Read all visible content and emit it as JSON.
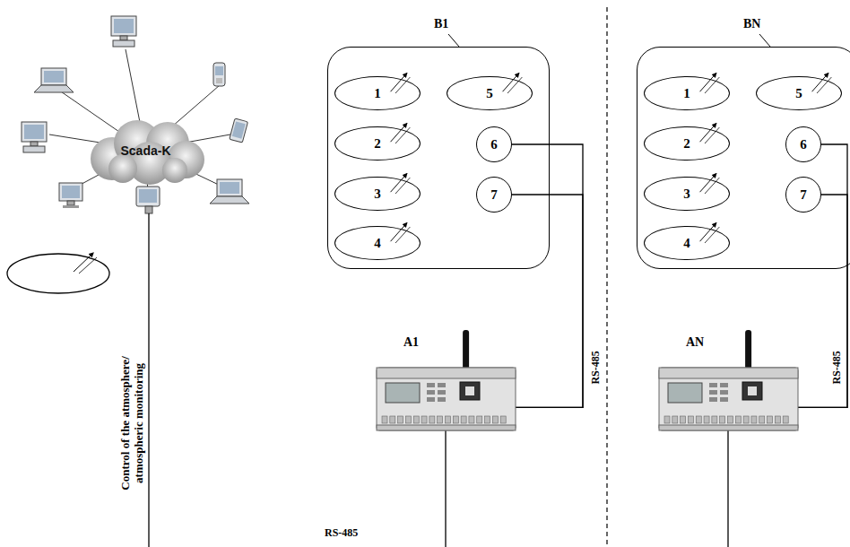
{
  "diagram": {
    "nodes": [
      {
        "text": [
          "Scada-K"
        ]
      },
      {
        "text": [
          "B1"
        ]
      },
      {
        "text": [
          "1"
        ],
        "in": 1
      },
      {
        "text": [
          "2"
        ],
        "in": 1
      },
      {
        "text": [
          "3"
        ],
        "in": 1
      },
      {
        "text": [
          "4"
        ],
        "in": 1
      },
      {
        "text": [
          "5"
        ],
        "in": 1
      },
      {
        "text": [
          "6"
        ],
        "in": 1
      },
      {
        "text": [
          "7"
        ],
        "in": 1
      },
      {
        "text": [
          "A1"
        ]
      },
      {
        "text": [
          "BN"
        ]
      },
      {
        "text": [
          "1"
        ],
        "in": 10
      },
      {
        "text": [
          "2"
        ],
        "in": 10
      },
      {
        "text": [
          "3"
        ],
        "in": 10
      },
      {
        "text": [
          "4"
        ],
        "in": 10
      },
      {
        "text": [
          "5"
        ],
        "in": 10
      },
      {
        "text": [
          "6"
        ],
        "in": 10
      },
      {
        "text": [
          "7"
        ],
        "in": 10
      },
      {
        "text": [
          "AN"
        ]
      }
    ],
    "edges": [
      {
        "from": 7,
        "to": 9,
        "arrow": "none"
      },
      {
        "from": 8,
        "to": 9,
        "arrow": "none"
      },
      {
        "from": 16,
        "to": 18,
        "arrow": "none"
      },
      {
        "from": 17,
        "to": 18,
        "arrow": "none"
      }
    ],
    "labels": [
      "Control of the atmosphere/ atmospheric monitoring",
      "RS-485",
      "RS-485",
      "RS-485"
    ]
  }
}
